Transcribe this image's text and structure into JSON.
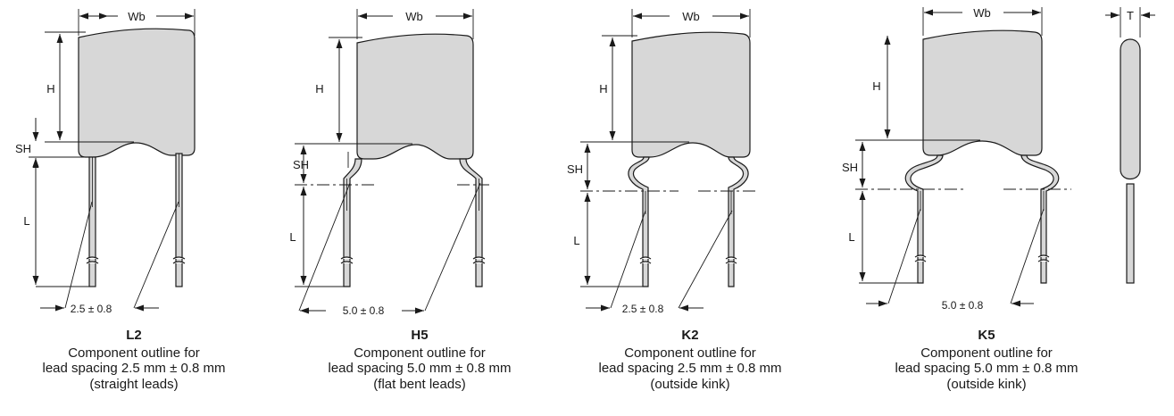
{
  "labels": {
    "width": "Wb",
    "height": "H",
    "seat_height": "SH",
    "lead_length": "L",
    "thickness": "T"
  },
  "spacing": {
    "s25": "2.5 ± 0.8",
    "s50": "5.0 ± 0.8"
  },
  "captions": [
    {
      "code": "L2",
      "line1": "Component outline for",
      "line2": "lead spacing 2.5 mm ± 0.8 mm",
      "line3": "(straight leads)"
    },
    {
      "code": "H5",
      "line1": "Component outline for",
      "line2": "lead spacing 5.0 mm ± 0.8 mm",
      "line3": "(flat bent leads)"
    },
    {
      "code": "K2",
      "line1": "Component outline for",
      "line2": "lead spacing 2.5 mm ± 0.8 mm",
      "line3": "(outside kink)"
    },
    {
      "code": "K5",
      "line1": "Component outline for",
      "line2": "lead spacing 5.0 mm ± 0.8 mm",
      "line3": "(outside kink)"
    }
  ],
  "colors": {
    "body_fill": "#d7d7d7",
    "lead_fill": "#d7d7d7",
    "stroke": "#1a1a1a"
  }
}
